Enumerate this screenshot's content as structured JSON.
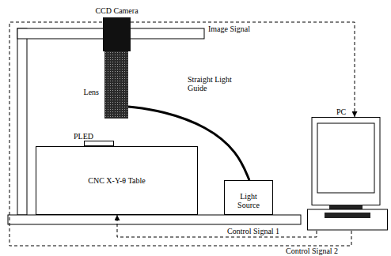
{
  "diagram": {
    "nodes": [
      {
        "text": [
          "CCD Camera"
        ]
      },
      {
        "text": [
          "Lens"
        ]
      },
      {
        "text": [
          "PLED"
        ]
      },
      {
        "text": [
          "CNC X-Y-θ Table"
        ]
      },
      {
        "text": [
          "Light Source"
        ]
      },
      {
        "text": [
          "PC"
        ]
      }
    ],
    "edges": [
      {
        "from": 1,
        "to": 4,
        "label": "Straight Light Guide",
        "arrow": "none"
      },
      {
        "from": 0,
        "to": 5,
        "label": "Image Signal",
        "arrow": "to"
      },
      {
        "from": 5,
        "to": 3,
        "label": "Control Signal 1",
        "arrow": "to"
      },
      {
        "from": 5,
        "to": 0,
        "label": "Control Signal 2",
        "arrow": "none"
      }
    ]
  }
}
